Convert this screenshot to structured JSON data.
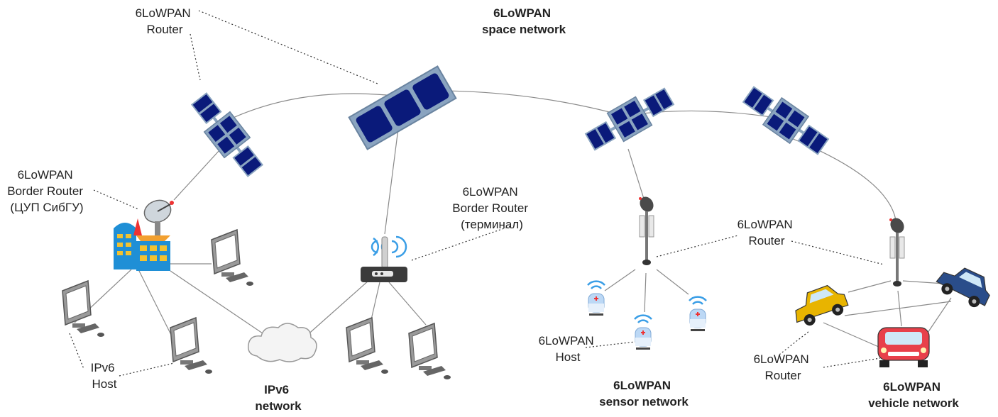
{
  "labels": {
    "space_router": [
      "6LoWPAN",
      "Router"
    ],
    "space_network": [
      "6LoWPAN",
      "space network"
    ],
    "border_router_sibgu": [
      "6LoWPAN",
      "Border Router",
      "(ЦУП СибГУ)"
    ],
    "border_router_terminal": [
      "6LoWPAN",
      "Border Router",
      "(терминал)"
    ],
    "sensor_router": [
      "6LoWPAN",
      "Router"
    ],
    "sensor_host": [
      "6LoWPAN",
      "Host"
    ],
    "vehicle_router": [
      "6LoWPAN",
      "Router"
    ],
    "ipv6_host": [
      "IPv6",
      "Host"
    ],
    "ipv6_network": [
      "IPv6",
      "network"
    ],
    "sensor_network": [
      "6LoWPAN",
      "sensor network"
    ],
    "vehicle_network": [
      "6LoWPAN",
      "vehicle network"
    ]
  },
  "colors": {
    "solar_panel": "#0a1a7a",
    "frame": "#8aa4c0",
    "car_yellow": "#e8b400",
    "car_red": "#e8404a",
    "car_blue": "#2a4d8a",
    "wifi": "#3a9ee6",
    "building_blue": "#1f8fd6",
    "building_yellow": "#f2c230"
  },
  "icons": [
    "satellite-icon",
    "cubesat-icon",
    "ground-station-icon",
    "monitor-icon",
    "router-icon",
    "cloud-icon",
    "antenna-mast-icon",
    "sensor-node-icon",
    "car-icon"
  ]
}
